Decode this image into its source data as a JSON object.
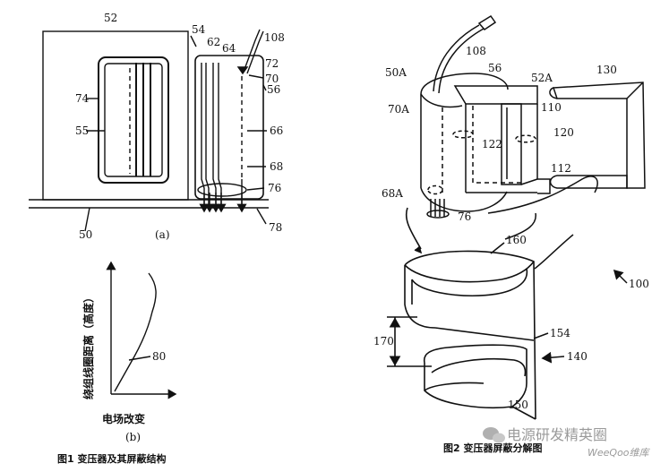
{
  "figure1": {
    "caption": "图1  变压器及其屏蔽结构",
    "sub_a": "(a)",
    "sub_b": "(b)",
    "refs": {
      "r52": "52",
      "r54": "54",
      "r62": "62",
      "r64": "64",
      "r108": "108",
      "r72": "72",
      "r70": "70",
      "r56": "56",
      "r74": "74",
      "r55": "55",
      "r66": "66",
      "r68": "68",
      "r76": "76",
      "r78": "78",
      "r50": "50"
    },
    "graph": {
      "ylabel": "绕组线圈距离（高度）",
      "xlabel": "电场改变",
      "curve_label": "80"
    }
  },
  "figure2": {
    "caption": "图2  变压器屏蔽分解图",
    "refs": {
      "r108": "108",
      "r56": "56",
      "r50A": "50A",
      "r52A": "52A",
      "r130": "130",
      "r70A": "70A",
      "r110": "110",
      "r122": "122",
      "r120": "120",
      "r112": "112",
      "r68A": "68A",
      "r76": "76",
      "r160": "160",
      "r100": "100",
      "r170": "170",
      "r154": "154",
      "r140": "140",
      "r150": "150"
    }
  },
  "watermark": {
    "text": "电源研发精英圈",
    "brand": "WeeQoo维库"
  }
}
